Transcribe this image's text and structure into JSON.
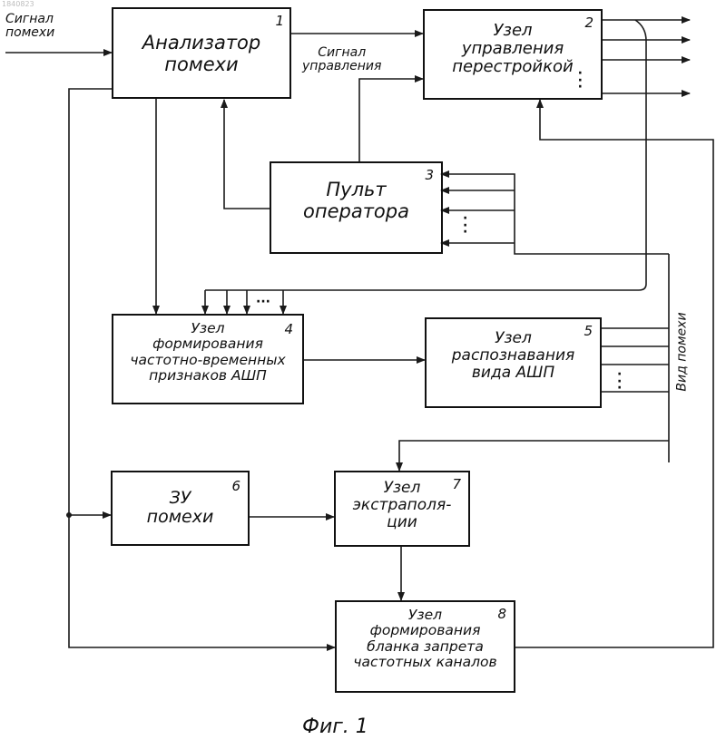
{
  "doc_id": "1840823",
  "input": {
    "line1": "Сигнал",
    "line2": "помехи"
  },
  "control_signal": {
    "line1": "Сигнал",
    "line2": "управления"
  },
  "interference_type": "Вид  помехи",
  "caption": "Фиг. 1",
  "blocks": [
    {
      "num": "1",
      "lines": [
        "Анализатор",
        "помехи"
      ]
    },
    {
      "num": "2",
      "lines": [
        "Узел",
        "управления",
        "перестройкой"
      ]
    },
    {
      "num": "3",
      "lines": [
        "Пульт",
        "оператора"
      ]
    },
    {
      "num": "4",
      "lines": [
        "Узел",
        "формирования",
        "частотно-временных",
        "признаков  АШП"
      ]
    },
    {
      "num": "5",
      "lines": [
        "Узел",
        "распознавания",
        "вида  АШП"
      ]
    },
    {
      "num": "6",
      "lines": [
        "ЗУ",
        "помехи"
      ]
    },
    {
      "num": "7",
      "lines": [
        "Узел",
        "экстраполя-",
        "ции"
      ]
    },
    {
      "num": "8",
      "lines": [
        "Узел",
        "формирования",
        "бланка  запрета",
        "частотных  каналов"
      ]
    }
  ]
}
